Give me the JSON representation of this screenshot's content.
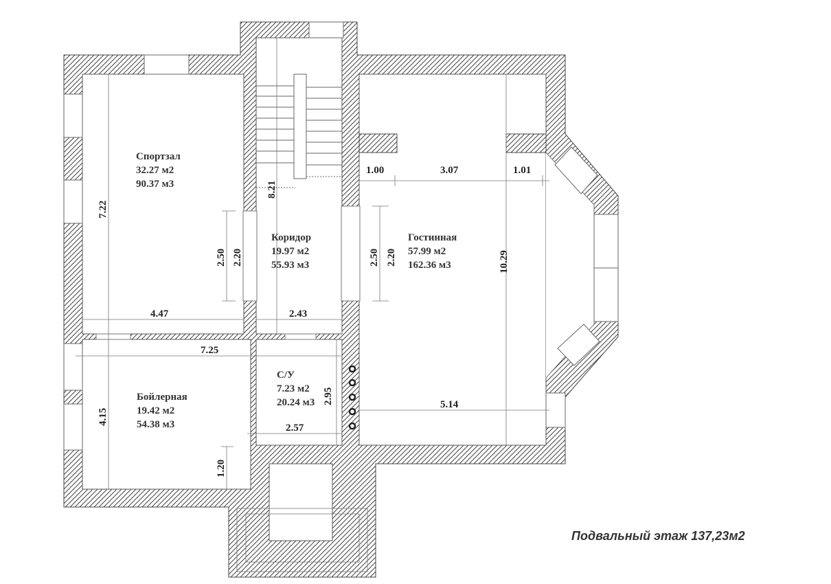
{
  "plan": {
    "title": "Подвальный этаж 137,23м2",
    "rooms": [
      {
        "name": "Спортзал",
        "area": "32.27 м2",
        "volume": "90.37 м3"
      },
      {
        "name": "Коридор",
        "area": "19.97 м2",
        "volume": "55.93 м3"
      },
      {
        "name": "Гостинная",
        "area": "57.99 м2",
        "volume": "162.36 м3"
      },
      {
        "name": "Бойлерная",
        "area": "19.42 м2",
        "volume": "54.38 м3"
      },
      {
        "name": "С/У",
        "area": "7.23 м2",
        "volume": "20.24 м3"
      }
    ],
    "dimensions": {
      "gym_height": "7.22",
      "gym_width": "4.47",
      "door_left_outer": "2.50",
      "door_left_inner": "2.20",
      "corridor_length": "8.21",
      "corridor_width": "2.43",
      "door_right_outer": "2.50",
      "door_right_inner": "2.20",
      "living_seg1": "1.00",
      "living_seg2": "3.07",
      "living_seg3": "1.01",
      "living_length": "10.29",
      "living_width": "5.14",
      "total_width": "7.25",
      "boiler_height": "4.15",
      "boiler_offset": "1.20",
      "wc_width": "2.57",
      "wc_height": "2.95"
    }
  }
}
